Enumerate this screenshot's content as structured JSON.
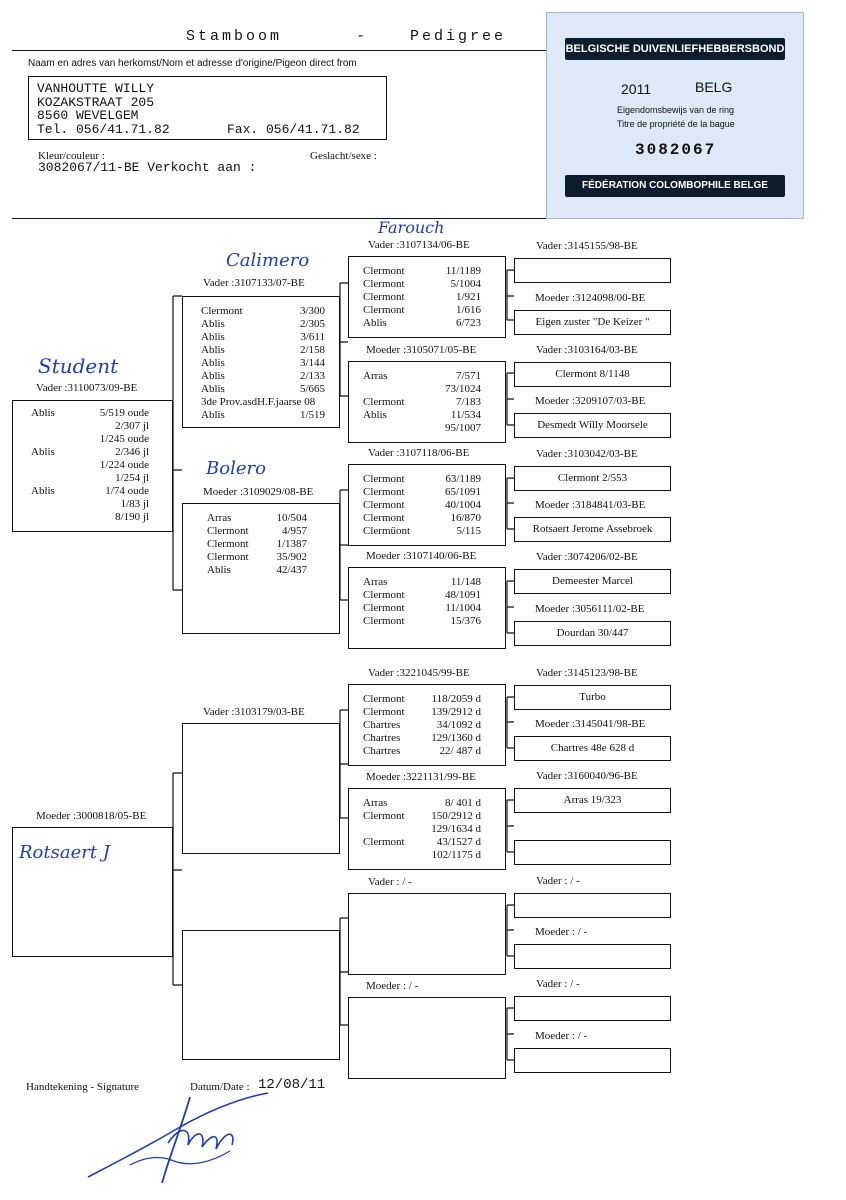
{
  "header": {
    "title_left": "Stamboom",
    "title_dash": "-",
    "title_right": "Pedigree",
    "origin_label": "Naam en adres van herkomst/Nom et adresse d'origine/Pigeon direct from",
    "owner_name": "VANHOUTTE WILLY",
    "owner_street": "KOZAKSTRAAT 205",
    "owner_city": "8560 WEVELGEM",
    "owner_tel": "Tel. 056/41.71.82",
    "owner_fax": "Fax. 056/41.71.82",
    "color_label": "Kleur/couleur :",
    "sex_label": "Geslacht/sexe :",
    "ring_line": "3082067/11-BE Verkocht aan :"
  },
  "stamp": {
    "top_band": "BELGISCHE DUIVENLIEFHEBBERSBOND",
    "year": "2011",
    "country": "BELG",
    "line1": "Eigendomsbewijs van de ring",
    "line2": "Titre de propriété de la bague",
    "number": "3082067",
    "bottom_band": "FÉDÉRATION COLOMBOPHILE BELGE"
  },
  "subject": {
    "name": "Student",
    "label": "Vader :3110073/09-BE",
    "results": [
      [
        "Ablis",
        "5/519 oude"
      ],
      [
        "",
        "2/307  jl"
      ],
      [
        "",
        "1/245 oude"
      ],
      [
        "Ablis",
        "2/346  jl"
      ],
      [
        "",
        "1/224 oude"
      ],
      [
        "",
        "1/254  jl"
      ],
      [
        "Ablis",
        "1/74 oude"
      ],
      [
        "",
        "1/83  jl"
      ],
      [
        "",
        "8/190  jl"
      ]
    ]
  },
  "mother": {
    "label": "Moeder :3000818/05-BE",
    "name": "Rotsaert J"
  },
  "sire": {
    "name": "Calimero",
    "label": "Vader :3107133/07-BE",
    "results": [
      [
        "Clermont",
        "3/300"
      ],
      [
        "Ablis",
        "2/305"
      ],
      [
        "Ablis",
        "3/611"
      ],
      [
        "Ablis",
        "2/158"
      ],
      [
        "Ablis",
        "3/144"
      ],
      [
        "Ablis",
        "2/133"
      ],
      [
        "Ablis",
        "5/665"
      ],
      [
        "3de Prov.asdH.F.jaarse 08",
        ""
      ],
      [
        "Ablis",
        "1/519"
      ]
    ]
  },
  "dam_of_sire": {
    "name": "Bolero",
    "label": "Moeder :3109029/08-BE",
    "results": [
      [
        "Arras",
        "10/504"
      ],
      [
        "Clermont",
        "4/957"
      ],
      [
        "Clermont",
        "1/1387"
      ],
      [
        "Clermont",
        "35/902"
      ],
      [
        "Ablis",
        "42/437"
      ]
    ]
  },
  "mothers_sire": {
    "label": "Vader :3103179/03-BE"
  },
  "gen3": [
    {
      "name": "Farouch",
      "label": "Vader :3107134/06-BE",
      "results": [
        [
          "Clermont",
          "11/1189"
        ],
        [
          "Clermont",
          "5/1004"
        ],
        [
          "Clermont",
          "1/921"
        ],
        [
          "Clermont",
          "1/616"
        ],
        [
          "Ablis",
          "6/723"
        ]
      ]
    },
    {
      "label": "Moeder :3105071/05-BE",
      "results": [
        [
          "Arras",
          "7/571"
        ],
        [
          "",
          "73/1024"
        ],
        [
          "Clermont",
          "7/183"
        ],
        [
          "Ablis",
          "11/534"
        ],
        [
          "",
          "95/1007"
        ]
      ]
    },
    {
      "label": "Vader :3107118/06-BE",
      "results": [
        [
          "Clermont",
          "63/1189"
        ],
        [
          "Clermont",
          "65/1091"
        ],
        [
          "Clermont",
          "40/1004"
        ],
        [
          "Clermont",
          "16/870"
        ],
        [
          "Clermüont",
          "5/115"
        ]
      ]
    },
    {
      "label": "Moeder :3107140/06-BE",
      "results": [
        [
          "Arras",
          "11/148"
        ],
        [
          "Clermont",
          "48/1091"
        ],
        [
          "Clermont",
          "11/1004"
        ],
        [
          "Clermont",
          "15/376"
        ]
      ]
    },
    {
      "label": "Vader :3221045/99-BE",
      "results": [
        [
          "Clermont",
          "118/2059 d"
        ],
        [
          "Clermont",
          "139/2912 d"
        ],
        [
          "Chartres",
          "34/1092 d"
        ],
        [
          "Chartres",
          "129/1360 d"
        ],
        [
          "Chartres",
          "22/ 487 d"
        ]
      ]
    },
    {
      "label": "Moeder :3221131/99-BE",
      "results": [
        [
          "Arras",
          "8/ 401 d"
        ],
        [
          "Clermont",
          "150/2912 d"
        ],
        [
          "",
          "129/1634 d"
        ],
        [
          "Clermont",
          "43/1527 d"
        ],
        [
          "",
          "102/1175 d"
        ]
      ]
    },
    {
      "label": "Vader :    /  -",
      "results": []
    },
    {
      "label": "Moeder :    /  -",
      "results": []
    }
  ],
  "gen4": [
    {
      "label": "Vader :3145155/98-BE",
      "text": ""
    },
    {
      "label": "Moeder :3124098/00-BE",
      "text": "Eigen zuster \"De Keizer \""
    },
    {
      "label": "Vader :3103164/03-BE",
      "text": "Clermont        8/1148"
    },
    {
      "label": "Moeder :3209107/03-BE",
      "text": "Desmedt Willy Moorsele"
    },
    {
      "label": "Vader :3103042/03-BE",
      "text": "Clermont      2/553"
    },
    {
      "label": "Moeder :3184841/03-BE",
      "text": "Rotsaert Jerome Assebroek"
    },
    {
      "label": "Vader :3074206/02-BE",
      "text": "Demeester Marcel"
    },
    {
      "label": "Moeder :3056111/02-BE",
      "text": "Dourdan     30/447"
    },
    {
      "label": "Vader :3145123/98-BE",
      "text": "Turbo"
    },
    {
      "label": "Moeder :3145041/98-BE",
      "text": "Chartres   48e    628 d"
    },
    {
      "label": "Vader :3160040/96-BE",
      "text": "Arras 19/323"
    },
    {
      "label": "",
      "text": ""
    },
    {
      "label": "Vader :     /  -",
      "text": ""
    },
    {
      "label": "Moeder :     /  -",
      "text": ""
    },
    {
      "label": "Vader :     /  -",
      "text": ""
    },
    {
      "label": "Moeder :     /  -",
      "text": ""
    }
  ],
  "footer": {
    "signature_label": "Handtekening - Signature",
    "date_label": "Datum/Date :",
    "date_value": "12/08/11"
  }
}
